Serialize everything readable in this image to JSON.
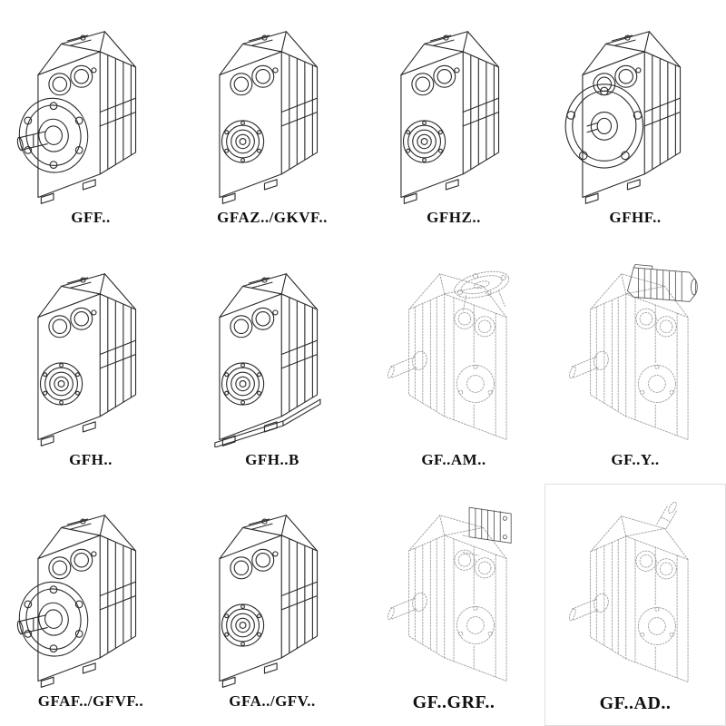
{
  "catalog": {
    "items": [
      {
        "label": "GFF.."
      },
      {
        "label": "GFAZ../GKVF.."
      },
      {
        "label": "GFHZ.."
      },
      {
        "label": "GFHF.."
      },
      {
        "label": "GFH.."
      },
      {
        "label": "GFH..B"
      },
      {
        "label": "GF..AM.."
      },
      {
        "label": "GF..Y.."
      },
      {
        "label": "GFAF../GFVF.."
      },
      {
        "label": "GFA../GFV.."
      },
      {
        "label": "GF..GRF.."
      },
      {
        "label": "GF..AD.."
      }
    ],
    "colors": {
      "line": "#2b2b2b",
      "line_faint": "#9a9a9a",
      "background": "#ffffff",
      "text": "#111111"
    }
  }
}
